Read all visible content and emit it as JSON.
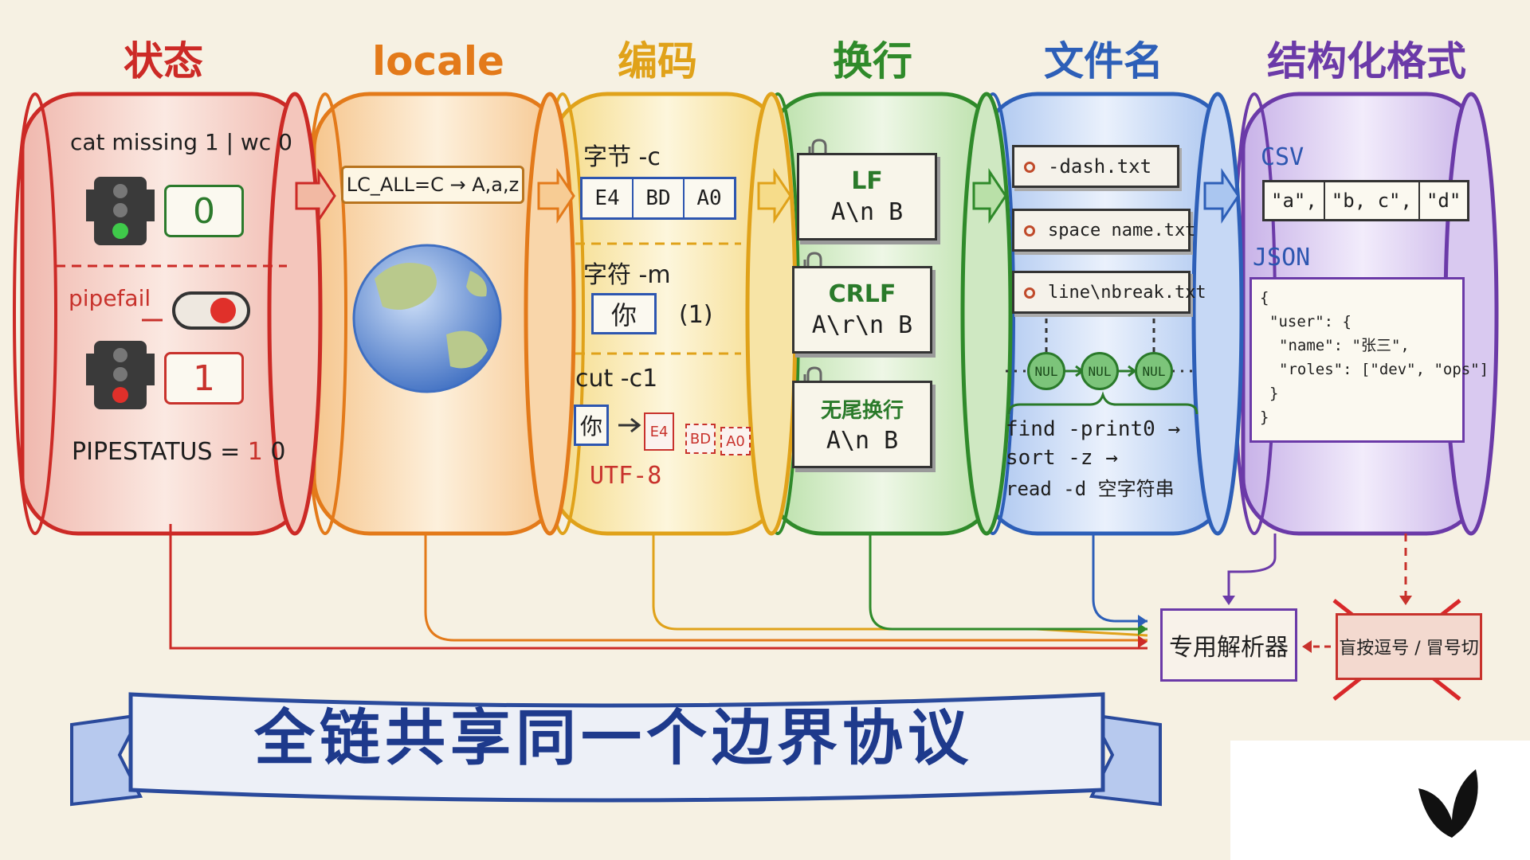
{
  "stages": {
    "state": "状态",
    "locale": "locale",
    "encoding": "编码",
    "newline": "换行",
    "filename": "文件名",
    "structured": "结构化格式"
  },
  "state_panel": {
    "command": "cat missing 1 | wc 0",
    "exit_without_pipefail": "0",
    "pipefail_label": "pipefail",
    "exit_with_pipefail": "1",
    "pipestatus_label": "PIPESTATUS = ",
    "pipestatus_first": "1",
    "pipestatus_second": " 0"
  },
  "locale_panel": {
    "lc_all": "LC_ALL=C → A,a,z"
  },
  "encoding_panel": {
    "bytes_label": "字节 -c",
    "bytes": [
      "E4",
      "BD",
      "A0"
    ],
    "chars_label": "字符 -m",
    "char": "你",
    "char_count": "(1)",
    "cut_label": "cut -c1",
    "cut_char": "你",
    "cut_bytes": [
      "E4",
      "BD",
      "A0"
    ],
    "utf8": "UTF-8"
  },
  "newline_panel": {
    "cards": [
      {
        "title": "LF",
        "body": "A\\n B"
      },
      {
        "title": "CRLF",
        "body": "A\\r\\n B"
      },
      {
        "title": "无尾换行",
        "body": "A\\n B"
      }
    ]
  },
  "filename_panel": {
    "tags": [
      "-dash.txt",
      "space name.txt",
      "line\\nbreak.txt"
    ],
    "separator": "NUL",
    "commands": [
      "find -print0 →",
      "sort -z →",
      "read -d 空字符串"
    ]
  },
  "structured_panel": {
    "csv_label": "CSV",
    "csv_cells": [
      "\"a\",",
      "\"b, c\",",
      "\"d\""
    ],
    "json_label": "JSON",
    "json_lines": [
      "{",
      "  \"user\": {",
      "    \"name\": \"张三\",",
      "    \"roles\": [\"dev\", \"ops\"]",
      "  }",
      "}"
    ]
  },
  "parser": {
    "dedicated": "专用解析器",
    "naive": "盲按逗号 / 冒号切"
  },
  "banner": "全链共享同一个边界协议",
  "colors": {
    "state": "#cc2a26",
    "locale": "#e37a1a",
    "encoding": "#e0a21a",
    "newline": "#2f8a2a",
    "filename": "#2d5fb8",
    "structured": "#6b3aa8",
    "banner_text": "#1e3a8c",
    "background": "#f6f1e3"
  }
}
